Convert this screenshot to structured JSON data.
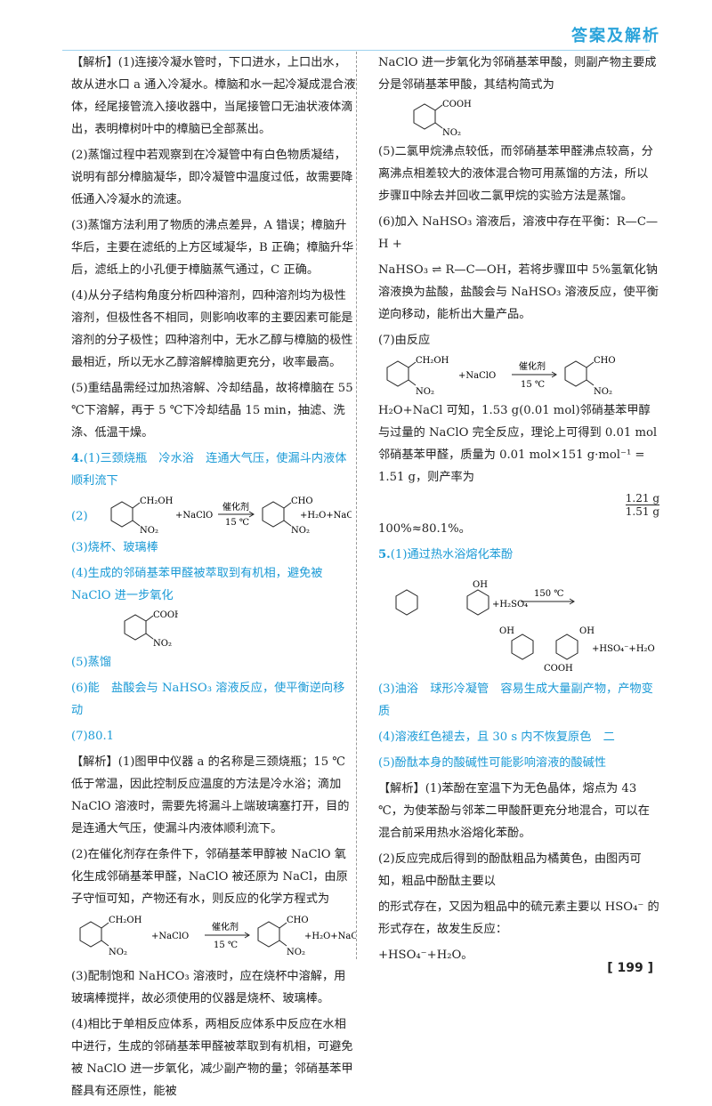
{
  "header": {
    "title": "答案及解析"
  },
  "page_number": "[ 199 ]",
  "left": {
    "p1": "【解析】(1)连接冷凝水管时，下口进水，上口出水，故从进水口 a 通入冷凝水。樟脑和水一起冷凝成混合液体，经尾接管流入接收器中，当尾接管口无油状液体滴出，表明樟树叶中的樟脑已全部蒸出。",
    "p2": "(2)蒸馏过程中若观察到在冷凝管中有白色物质凝结，说明有部分樟脑凝华，即冷凝管中温度过低，故需要降低通入冷凝水的流速。",
    "p3": "(3)蒸馏方法利用了物质的沸点差异，A 错误；樟脑升华后，主要在滤纸的上方区域凝华，B 正确；樟脑升华后，滤纸上的小孔便于樟脑蒸气通过，C 正确。",
    "p4": "(4)从分子结构角度分析四种溶剂，四种溶剂均为极性溶剂，但极性各不相同，则影响收率的主要因素可能是溶剂的分子极性；四种溶剂中，无水乙醇与樟脑的极性最相近，所以无水乙醇溶解樟脑更充分，收率最高。",
    "p5": "(5)重结晶需经过加热溶解、冷却结晶，故将樟脑在 55 ℃下溶解，再于 5 ℃下冷却结晶 15 min，抽滤、洗涤、低温干燥。",
    "q4_num": "4.",
    "q4_1": "(1)三颈烧瓶　冷水浴　连通大气压，使漏斗内液体顺利流下",
    "q4_2_prefix": "(2)",
    "q4_3": "(3)烧杯、玻璃棒",
    "q4_4": "(4)生成的邻硝基苯甲醛被萃取到有机相，避免被 NaClO 进一步氧化",
    "q4_5": "(5)蒸馏",
    "q4_6": "(6)能　盐酸会与 NaHSO₃ 溶液反应，使平衡逆向移动",
    "q4_7": "(7)80.1",
    "jx1": "【解析】(1)图甲中仪器 a 的名称是三颈烧瓶；15 ℃低于常温，因此控制反应温度的方法是冷水浴；滴加 NaClO 溶液时，需要先将漏斗上端玻璃塞打开，目的是连通大气压，使漏斗内液体顺利流下。",
    "jx2": "(2)在催化剂存在条件下，邻硝基苯甲醇被 NaClO 氧化生成邻硝基苯甲醛，NaClO 被还原为 NaCl，由原子守恒可知，产物还有水，则反应的化学方程式为",
    "jx3": "(3)配制饱和 NaHCO₃ 溶液时，应在烧杯中溶解，用玻璃棒搅拌，故必须使用的仪器是烧杯、玻璃棒。",
    "jx4": "(4)相比于单相反应体系，两相反应体系中反应在水相中进行，生成的邻硝基苯甲醛被萃取到有机相，可避免被 NaClO 进一步氧化，减少副产物的量；邻硝基苯甲醛具有还原性，能被"
  },
  "right": {
    "r1": "NaClO 进一步氧化为邻硝基苯甲酸，则副产物主要成分是邻硝基苯甲酸，其结构简式为",
    "r2": "(5)二氯甲烷沸点较低，而邻硝基苯甲醛沸点较高，分离沸点相差较大的液体混合物可用蒸馏的方法，所以步骤Ⅱ中除去并回收二氯甲烷的实验方法是蒸馏。",
    "r3": "(6)加入 NaHSO₃ 溶液后，溶液中存在平衡：R—C—H +",
    "r4": "NaHSO₃ ⇌ R—C—OH，若将步骤Ⅲ中 5%氢氧化钠溶液换为盐酸，盐酸会与 NaHSO₃ 溶液反应，使平衡逆向移动，能析出大量产品。",
    "r5": "(7)由反应",
    "r6": "H₂O+NaCl 可知，1.53 g(0.01 mol)邻硝基苯甲醇与过量的 NaClO 完全反应，理论上可得到 0.01 mol 邻硝基苯甲醛，质量为 0.01 mol×151 g·mol⁻¹ = 1.51 g，则产率为",
    "r6b": "100%≈80.1%。",
    "q5_num": "5.",
    "q5_1": "(1)通过热水浴熔化苯酚",
    "q5_3": "(3)油浴　球形冷凝管　容易生成大量副产物，产物变质",
    "q5_4": "(4)溶液红色褪去，且 30 s 内不恢复原色　二",
    "q5_5": "(5)酚酞本身的酸碱性可能影响溶液的酸碱性",
    "jx5_1": "【解析】(1)苯酚在室温下为无色晶体，熔点为 43 ℃，为使苯酚与邻苯二甲酸酐更充分地混合，可以在混合前采用热水浴熔化苯酚。",
    "jx5_2": "(2)反应完成后得到的酚酞粗品为橘黄色，由图丙可知，粗品中酚酞主要以",
    "jx5_2b": "的形式存在，又因为粗品中的硫元素主要以 HSO₄⁻ 的形式存在，故发生反应：",
    "jx5_2c": "+HSO₄⁻+H₂O。"
  },
  "chem_labels": {
    "ch2oh": "CH₂OH",
    "cho": "CHO",
    "cooh": "COOH",
    "no2": "NO₂",
    "oh": "OH",
    "naclo": "+NaClO",
    "catalyst": "催化剂",
    "temp15": "15 ℃",
    "temp150": "150 ℃",
    "h2so4": "+H₂SO₄",
    "products": "+H₂O+NaCl",
    "hso4": "+HSO₄⁻+H₂O",
    "frac_top": "1.21 g",
    "frac_bot": "1.51 g"
  }
}
